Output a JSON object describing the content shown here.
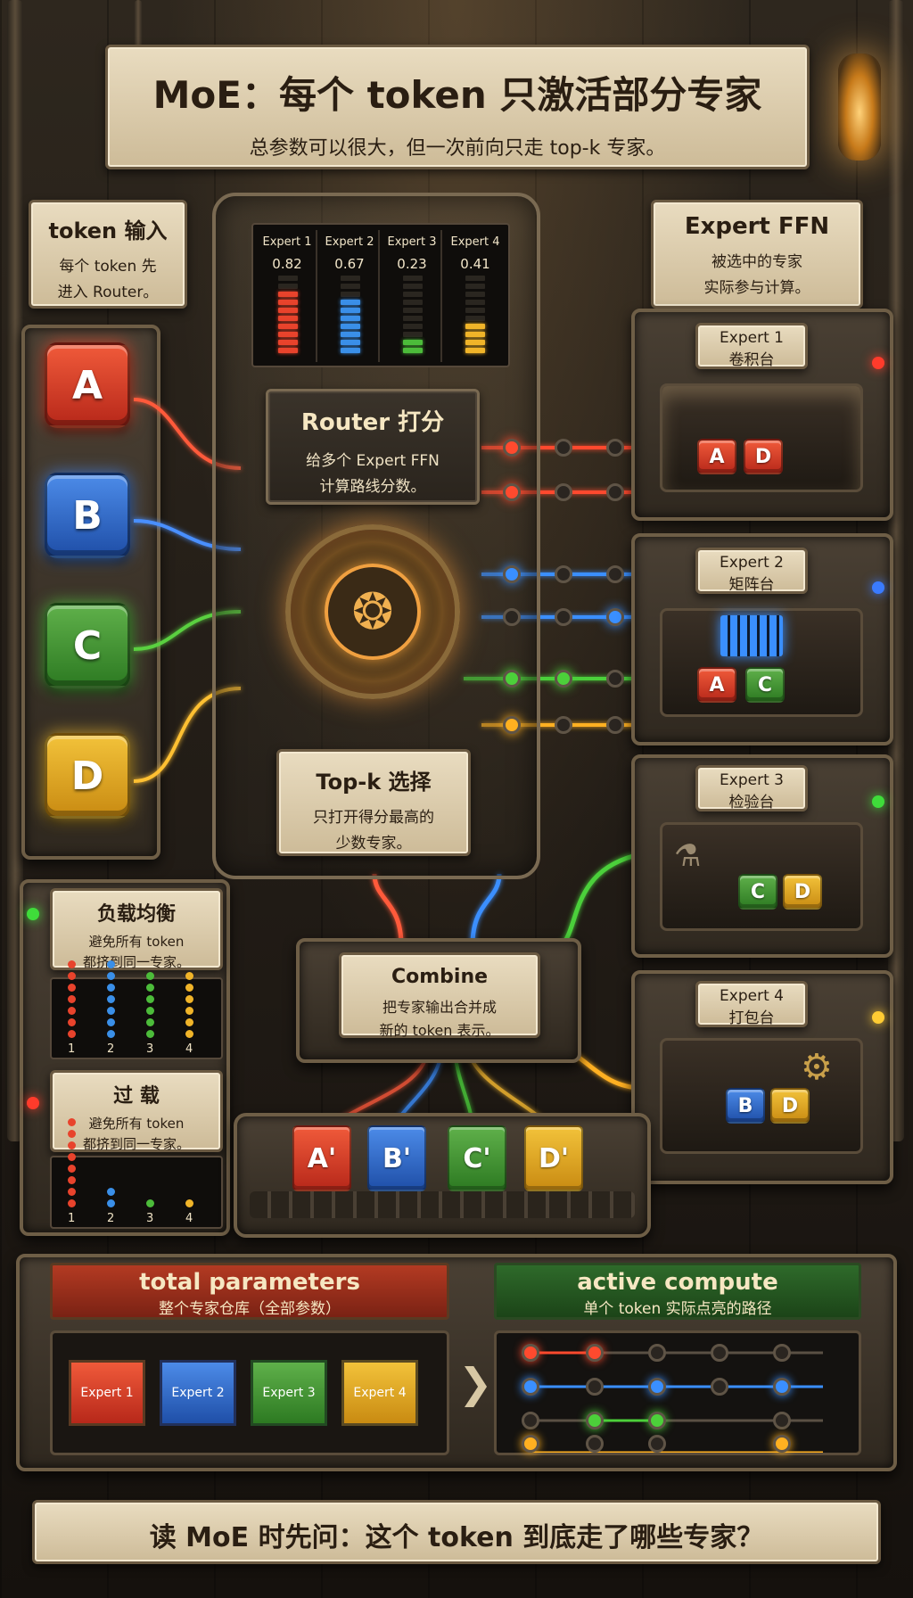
{
  "title": {
    "main": "MoE：每个 token 只激活部分专家",
    "sub": "总参数可以很大，但一次前向只走 top-k 专家。"
  },
  "token_input": {
    "title": "token 输入",
    "desc_line1": "每个 token 先",
    "desc_line2": "进入 Router。"
  },
  "tokens": [
    "A",
    "B",
    "C",
    "D"
  ],
  "scoreboard": {
    "experts": [
      {
        "name": "Expert 1",
        "score": "0.82",
        "level": 0.82,
        "color": "#e8432c"
      },
      {
        "name": "Expert 2",
        "score": "0.67",
        "level": 0.67,
        "color": "#3a8fe8"
      },
      {
        "name": "Expert 3",
        "score": "0.23",
        "level": 0.23,
        "color": "#4cbb3a"
      },
      {
        "name": "Expert 4",
        "score": "0.41",
        "level": 0.41,
        "color": "#f0b429"
      }
    ]
  },
  "router": {
    "title": "Router 打分",
    "line1": "给多个 Expert FFN",
    "line2": "计算路线分数。"
  },
  "topk": {
    "title": "Top-k 选择",
    "line1": "只打开得分最高的",
    "line2": "少数专家。"
  },
  "expert_ffn": {
    "title": "Expert FFN",
    "line1": "被选中的专家",
    "line2": "实际参与计算。"
  },
  "experts": [
    {
      "name": "Expert 1",
      "station": "卷积台",
      "tokens": [
        "A",
        "D"
      ],
      "lamp": "#ff3b2b"
    },
    {
      "name": "Expert 2",
      "station": "矩阵台",
      "tokens": [
        "A",
        "C"
      ],
      "lamp": "#3a7bff"
    },
    {
      "name": "Expert 3",
      "station": "检验台",
      "tokens": [
        "C",
        "D"
      ],
      "lamp": "#3fdc3a"
    },
    {
      "name": "Expert 4",
      "station": "打包台",
      "tokens": [
        "B",
        "D"
      ],
      "lamp": "#ffcc33"
    }
  ],
  "load_balance": {
    "title": "负载均衡",
    "line1": "避免所有 token",
    "line2": "都挤到同一专家。",
    "labels": [
      "1",
      "2",
      "3",
      "4"
    ],
    "counts": [
      7,
      7,
      6,
      6
    ]
  },
  "overload": {
    "title": "过 载",
    "line1": "避免所有 token",
    "line2": "都挤到同一专家。",
    "labels": [
      "1",
      "2",
      "3",
      "4"
    ],
    "counts": [
      8,
      2,
      1,
      1
    ]
  },
  "combine": {
    "title": "Combine",
    "line1": "把专家输出合并成",
    "line2": "新的 token 表示。"
  },
  "outputs": [
    "A'",
    "B'",
    "C'",
    "D'"
  ],
  "total_params": {
    "title": "total parameters",
    "sub": "整个专家仓库（全部参数）",
    "boxes": [
      "Expert 1",
      "Expert 2",
      "Expert 3",
      "Expert 4"
    ]
  },
  "active_compute": {
    "title": "active compute",
    "sub": "单个 token 实际点亮的路径"
  },
  "arrow": "❯",
  "footer": "读 MoE 时先问：这个 token 到底走了哪些专家？",
  "colors": {
    "red": "#e8432c",
    "blue": "#3a8fe8",
    "green": "#4cbb3a",
    "yellow": "#f0b429"
  }
}
